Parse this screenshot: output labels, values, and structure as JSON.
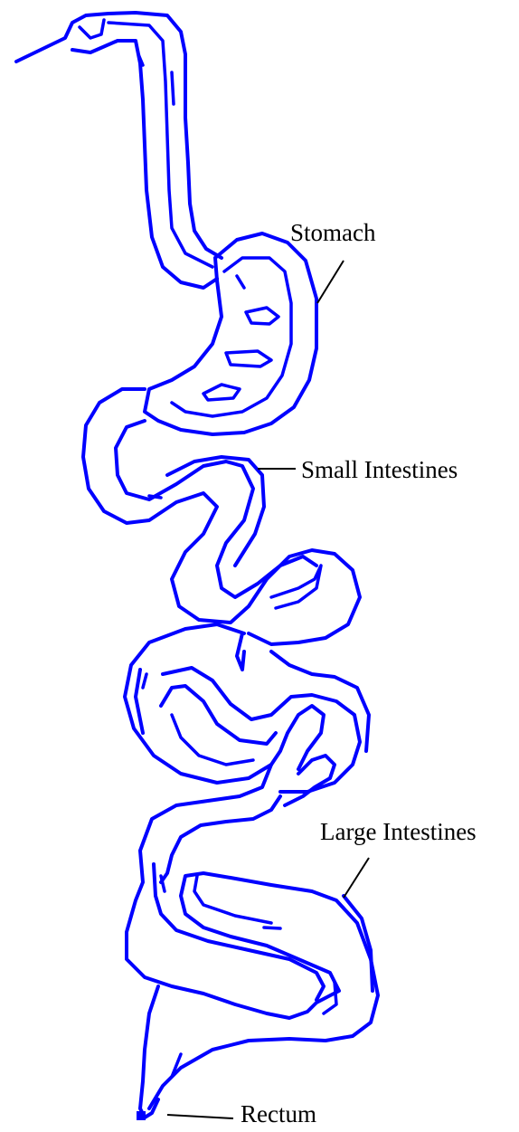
{
  "diagram": {
    "stroke_color": "#0000ff",
    "labels": {
      "stomach": "Stomach",
      "small_intestines": "Small Intestines",
      "large_intestines": "Large Intestines",
      "rectum": "Rectum"
    }
  }
}
